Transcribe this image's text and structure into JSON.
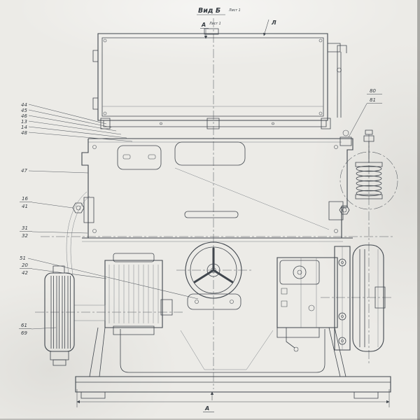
{
  "sheet": {
    "paper_color": "#ecebe7",
    "ink_color": "#40464d"
  },
  "labels": {
    "view_title": "Вид Б",
    "view_note": "Лист 1",
    "section_a_top": "А",
    "section_a_note": "Лист 1",
    "arrow_l": "Л",
    "section_a_bottom": "А"
  },
  "callouts": {
    "left_cluster": [
      "44",
      "45",
      "46",
      "13",
      "14",
      "48"
    ],
    "c47": "47",
    "p16_41": [
      "16",
      "41"
    ],
    "p31_32": [
      "31",
      "32"
    ],
    "c51": "51",
    "p20_42": [
      "20",
      "42"
    ],
    "p61_69": [
      "61",
      "69"
    ],
    "right_pair": [
      "80",
      "81"
    ]
  }
}
